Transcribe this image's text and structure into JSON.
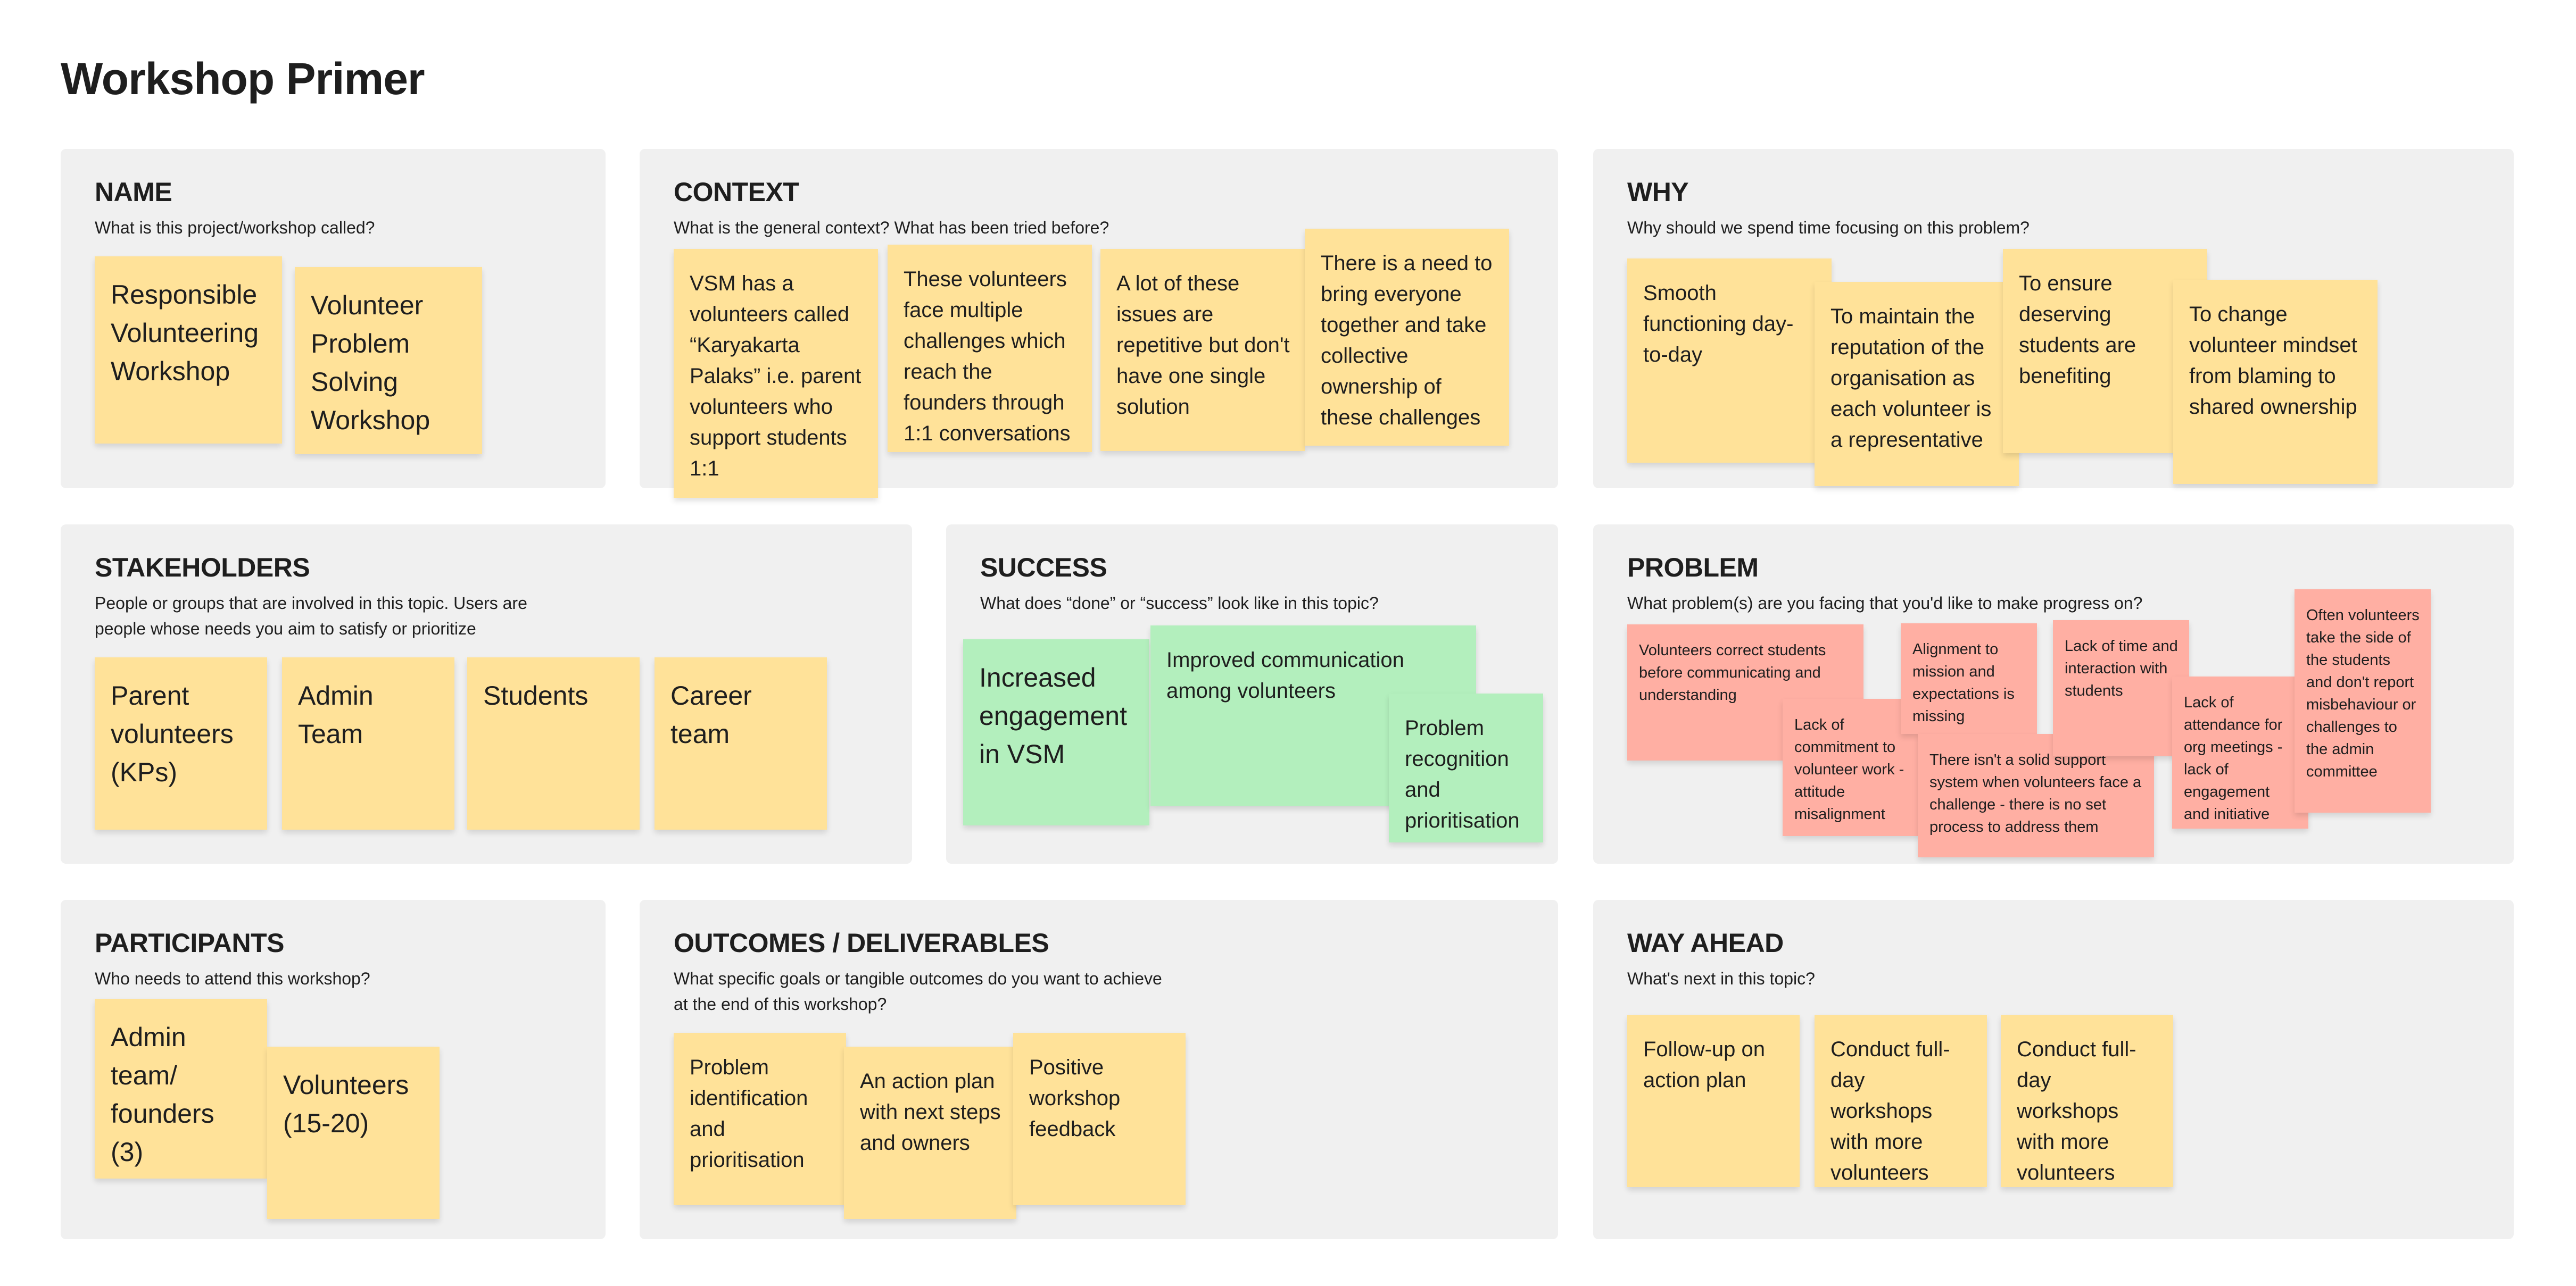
{
  "page_title": "Workshop Primer",
  "sections": {
    "name": {
      "title": "NAME",
      "subtitle": "What is this project/workshop called?",
      "notes": [
        "Responsible Volunteering Workshop",
        "Volunteer Problem Solving Workshop"
      ]
    },
    "context": {
      "title": "CONTEXT",
      "subtitle": "What is the general context? What has been tried before?",
      "notes": [
        "VSM has a volunteers called “Karyakarta Palaks” i.e. parent volunteers who support students 1:1",
        "These volunteers face multiple challenges which reach the founders through 1:1 conversations",
        "A lot of these issues are repetitive but don't have one single solution",
        "There is a need to bring everyone together and take collective ownership of these challenges"
      ]
    },
    "why": {
      "title": "WHY",
      "subtitle": "Why should we spend time focusing on this problem?",
      "notes": [
        "Smooth functioning day-to-day",
        "To maintain the reputation of the organisation as each volunteer is a representative",
        "To ensure deserving students are benefiting",
        "To change volunteer mindset from blaming to shared ownership"
      ]
    },
    "stakeholders": {
      "title": "STAKEHOLDERS",
      "subtitle": "People or groups that are involved in this topic. Users are people whose needs you aim to satisfy or prioritize",
      "notes": [
        "Parent volunteers (KPs)",
        "Admin Team",
        "Students",
        "Career team"
      ]
    },
    "success": {
      "title": "SUCCESS",
      "subtitle": "What does “done” or “success” look like in this topic?",
      "notes": [
        "Increased engagement in VSM",
        "Improved communication among volunteers",
        "Problem recognition and prioritisation"
      ]
    },
    "problem": {
      "title": "PROBLEM",
      "subtitle": "What problem(s) are you facing that you'd like to make progress on?",
      "notes": [
        "Volunteers correct students before communicating and understanding",
        "Lack of commitment to volunteer work - attitude misalignment",
        "Alignment to mission and expectations is missing",
        "There isn't a solid support system when volunteers face a challenge - there is no set process to address them",
        "Lack of time and interaction with students",
        "Lack of attendance for org meetings - lack of engagement and initiative",
        "Often volunteers take the side of the students and don't report misbehaviour or challenges to the admin committee"
      ]
    },
    "participants": {
      "title": "PARTICIPANTS",
      "subtitle": "Who needs to attend this workshop?",
      "notes": [
        "Admin team/ founders (3)",
        "Volunteers (15-20)"
      ]
    },
    "outcomes": {
      "title": "OUTCOMES / DELIVERABLES",
      "subtitle": "What specific goals or tangible outcomes do you want to achieve at the end of this workshop?",
      "notes": [
        "Problem identification and prioritisation",
        "An action plan with next steps and owners",
        "Positive workshop feedback"
      ]
    },
    "way_ahead": {
      "title": "WAY AHEAD",
      "subtitle": "What's next in this topic?",
      "notes": [
        "Follow-up on action plan",
        "Conduct full-day workshops with more volunteers",
        "Conduct full-day workshops with more volunteers"
      ]
    }
  },
  "colors": {
    "sticky_yellow": "#ffe299",
    "sticky_green": "#b3efbd",
    "sticky_red": "#ffafa3",
    "section_bg": "#f0f0f0"
  }
}
